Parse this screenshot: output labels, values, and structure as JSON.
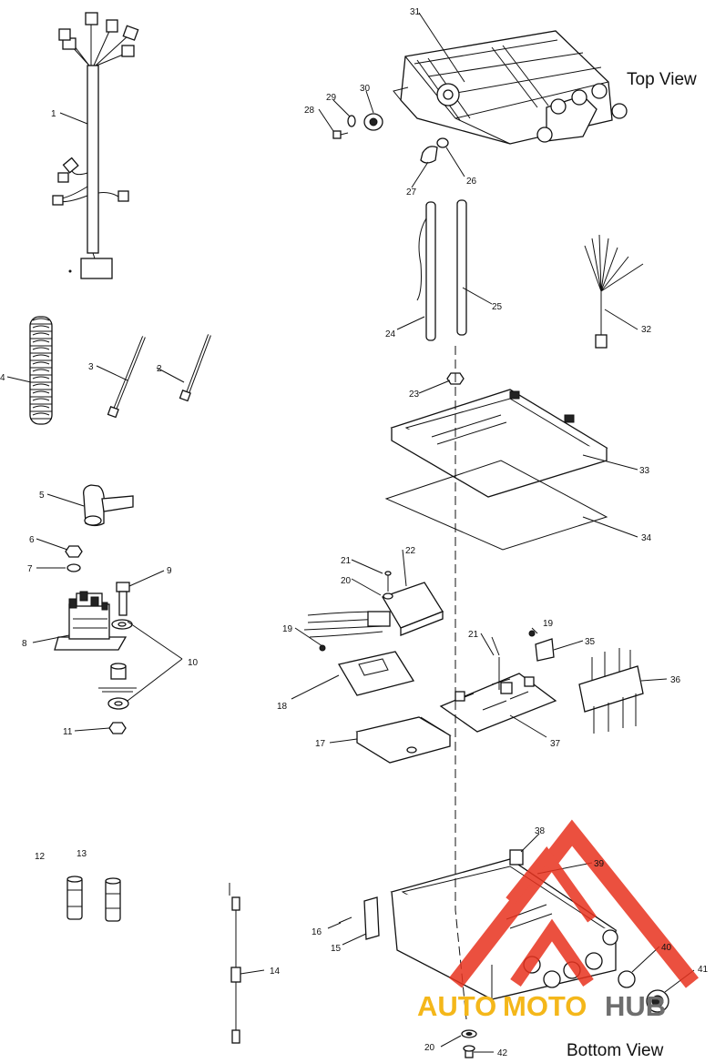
{
  "views": {
    "top": "Top View",
    "bottom": "Bottom View"
  },
  "callouts": [
    {
      "id": "c1",
      "text": "1"
    },
    {
      "id": "c2",
      "text": "2"
    },
    {
      "id": "c3",
      "text": "3"
    },
    {
      "id": "c4",
      "text": "4"
    },
    {
      "id": "c5",
      "text": "5"
    },
    {
      "id": "c6",
      "text": "6"
    },
    {
      "id": "c7",
      "text": "7"
    },
    {
      "id": "c8",
      "text": "8"
    },
    {
      "id": "c9",
      "text": "9"
    },
    {
      "id": "c10",
      "text": "10"
    },
    {
      "id": "c11",
      "text": "11"
    },
    {
      "id": "c12",
      "text": "12"
    },
    {
      "id": "c13",
      "text": "13"
    },
    {
      "id": "c14",
      "text": "14"
    },
    {
      "id": "c15",
      "text": "15"
    },
    {
      "id": "c16",
      "text": "16"
    },
    {
      "id": "c17",
      "text": "17"
    },
    {
      "id": "c18",
      "text": "18"
    },
    {
      "id": "c19a",
      "text": "19"
    },
    {
      "id": "c19b",
      "text": "19"
    },
    {
      "id": "c20a",
      "text": "20"
    },
    {
      "id": "c20b",
      "text": "20"
    },
    {
      "id": "c21a",
      "text": "21"
    },
    {
      "id": "c21b",
      "text": "21"
    },
    {
      "id": "c22",
      "text": "22"
    },
    {
      "id": "c23",
      "text": "23"
    },
    {
      "id": "c24",
      "text": "24"
    },
    {
      "id": "c25",
      "text": "25"
    },
    {
      "id": "c26",
      "text": "26"
    },
    {
      "id": "c27",
      "text": "27"
    },
    {
      "id": "c28",
      "text": "28"
    },
    {
      "id": "c29",
      "text": "29"
    },
    {
      "id": "c30",
      "text": "30"
    },
    {
      "id": "c31",
      "text": "31"
    },
    {
      "id": "c32",
      "text": "32"
    },
    {
      "id": "c33",
      "text": "33"
    },
    {
      "id": "c34",
      "text": "34"
    },
    {
      "id": "c35",
      "text": "35"
    },
    {
      "id": "c36",
      "text": "36"
    },
    {
      "id": "c37",
      "text": "37"
    },
    {
      "id": "c38",
      "text": "38"
    },
    {
      "id": "c39",
      "text": "39"
    },
    {
      "id": "c40",
      "text": "40"
    },
    {
      "id": "c41",
      "text": "41"
    },
    {
      "id": "c42",
      "text": "42"
    }
  ],
  "watermark": {
    "part1": "AUTO",
    "part2": "MOTO",
    "part3": "HUB",
    "color_red": "#e8321e",
    "color_yellow": "#f4b71a",
    "color_gray": "#6e6e6e"
  }
}
